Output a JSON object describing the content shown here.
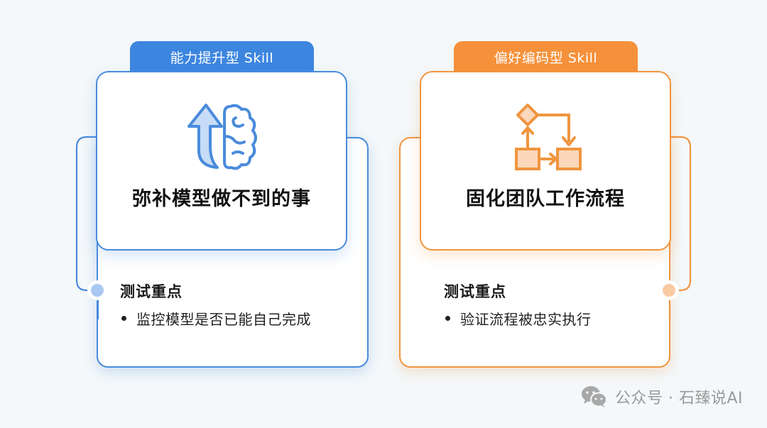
{
  "colors": {
    "background": "#f4f8fa",
    "blue_accent": "#3d86e0",
    "blue_border": "#4a8bdc",
    "blue_dot": "#a9c8f3",
    "orange_accent": "#f5913a",
    "orange_border": "#f0953f",
    "orange_dot": "#f9c9a2",
    "title_text": "#111111",
    "watermark_text": "#9a9a9a"
  },
  "cards": [
    {
      "theme": "blue",
      "tab_label": "能力提升型 Skill",
      "icon": "arrow-up-brain-icon",
      "title": "弥补模型做不到的事",
      "focus": {
        "heading": "测试重点",
        "items": [
          "监控模型是否已能自己完成"
        ]
      }
    },
    {
      "theme": "orange",
      "tab_label": "偏好编码型 Skill",
      "icon": "flowchart-icon",
      "title": "固化团队工作流程",
      "focus": {
        "heading": "测试重点",
        "items": [
          "验证流程被忠实执行"
        ]
      }
    }
  ],
  "watermark": {
    "icon": "wechat-icon",
    "text": "公众号 · 石臻说AI"
  }
}
